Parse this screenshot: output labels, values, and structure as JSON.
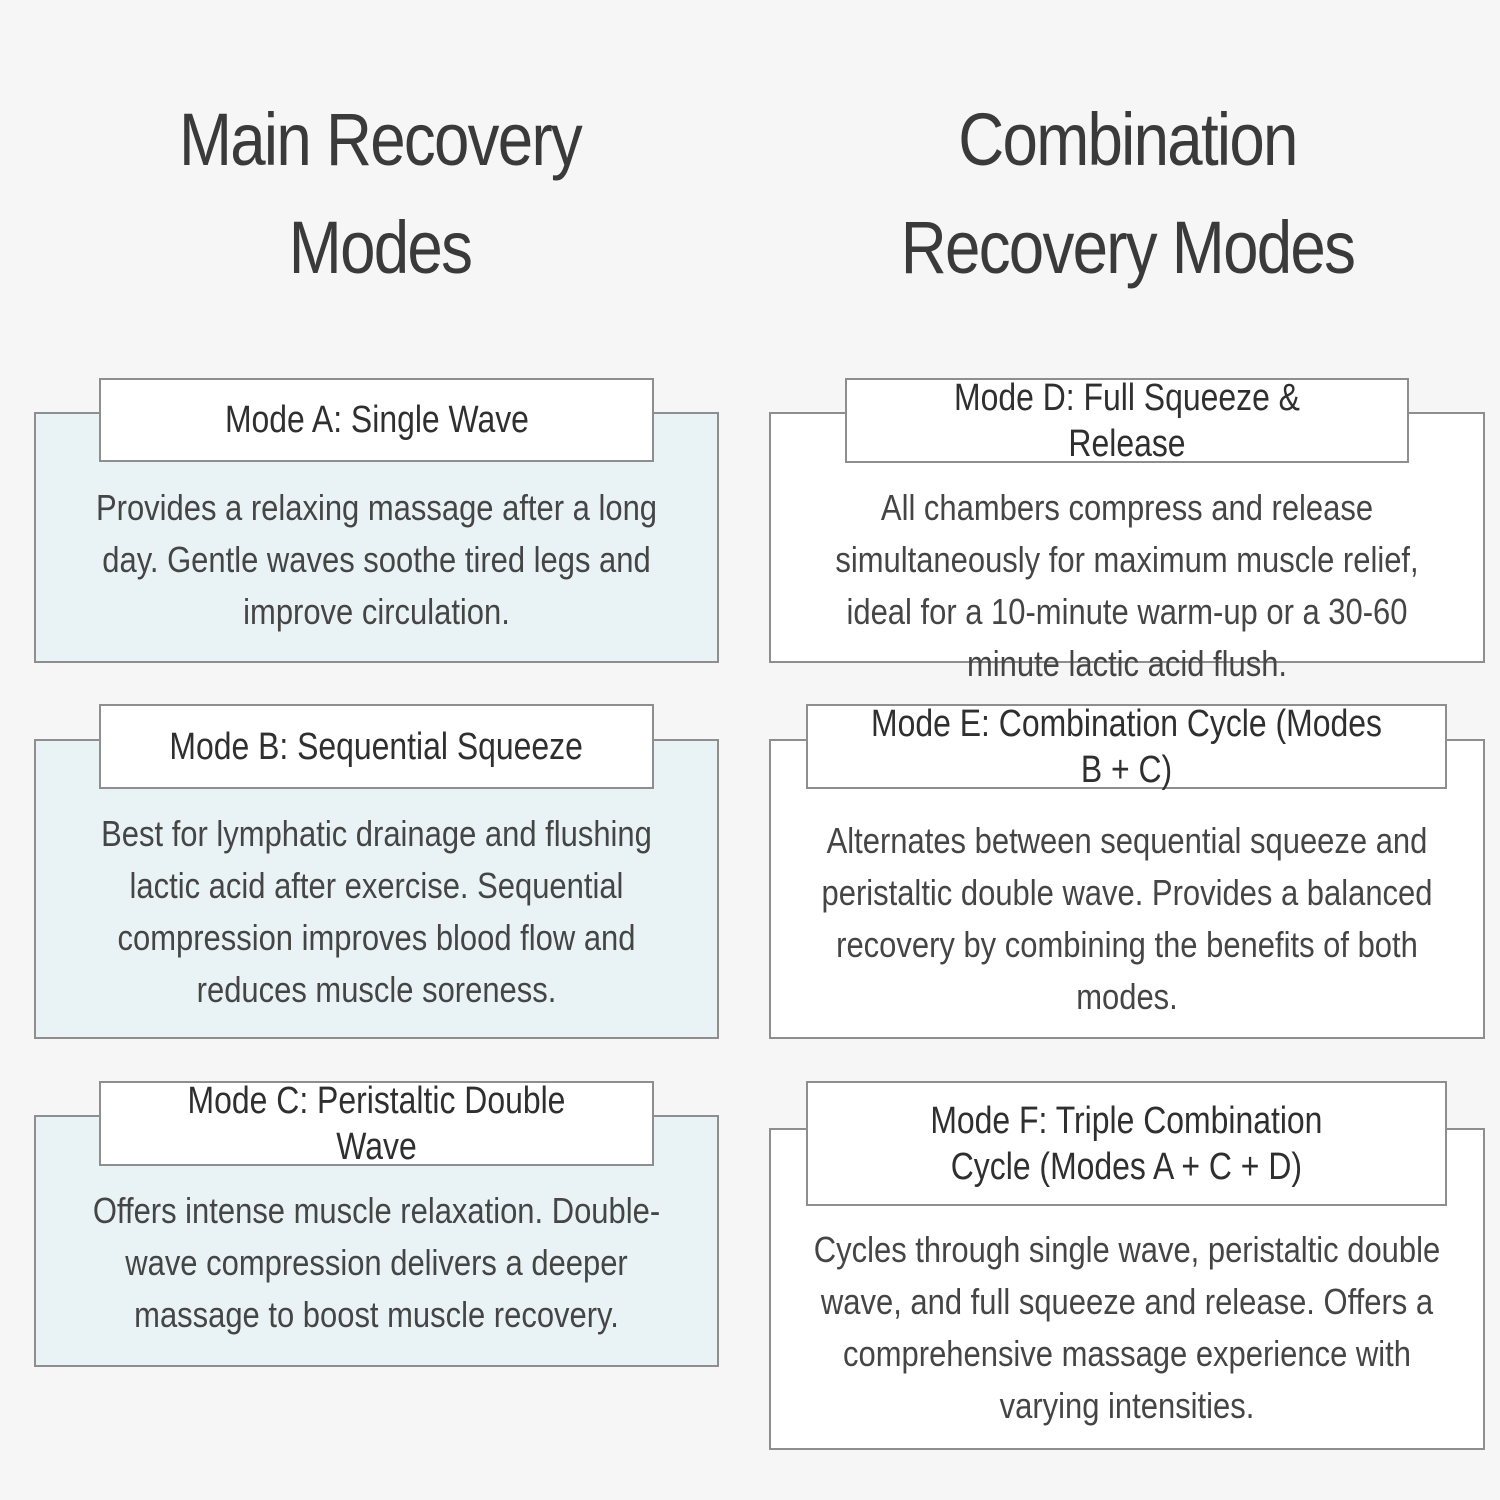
{
  "headings": {
    "main": [
      "Main Recovery",
      "Modes"
    ],
    "combo": [
      "Combination",
      "Recovery Modes"
    ]
  },
  "modes": {
    "a": {
      "title": "Mode A: Single Wave",
      "description": "Provides a relaxing massage after a long day. Gentle waves soothe tired legs and improve circulation."
    },
    "b": {
      "title": "Mode B: Sequential Squeeze",
      "description": "Best for lymphatic drainage and flushing lactic acid after exercise. Sequential compression improves blood flow and reduces muscle soreness."
    },
    "c": {
      "title": "Mode C: Peristaltic Double Wave",
      "description": "Offers intense muscle relaxation. Double-wave compression delivers a deeper massage to boost muscle recovery."
    },
    "d": {
      "title": "Mode D: Full Squeeze & Release",
      "description": "All chambers compress and release simultaneously for maximum muscle relief, ideal for a 10-minute warm-up or a 30-60 minute lactic acid flush."
    },
    "e": {
      "title": "Mode E: Combination Cycle (Modes B + C)",
      "description": "Alternates between sequential squeeze and peristaltic double wave. Provides a balanced recovery by combining the benefits of both modes."
    },
    "f": {
      "title": "Mode F: Triple Combination\nCycle (Modes A + C + D)",
      "description": "Cycles through single wave, peristaltic double wave, and full squeeze and release. Offers a comprehensive massage experience with varying intensities."
    }
  },
  "colors": {
    "page_background": "#f6f6f6",
    "main_card_fill": "#e9f3f5",
    "combo_card_fill": "#ffffff",
    "border": "#8e8e8e",
    "text": "#3a3a3a"
  }
}
